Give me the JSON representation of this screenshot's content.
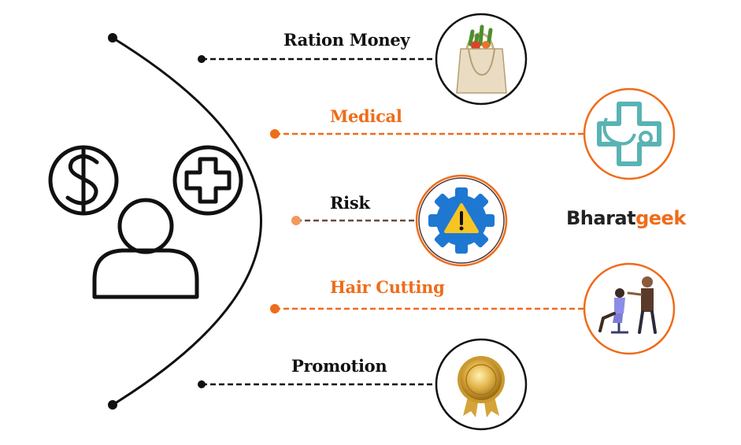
{
  "colors": {
    "dark": "#111111",
    "accent": "#ef6c1a",
    "accent_light": "#f29a5a",
    "teal": "#59b3b4"
  },
  "items": [
    {
      "label": "Ration Money",
      "color": "dark",
      "icon": "grocery-bag-icon"
    },
    {
      "label": "Medical",
      "color": "accent",
      "icon": "medical-cross-stethoscope-icon"
    },
    {
      "label": "Risk",
      "color": "dark",
      "icon": "warning-gear-icon"
    },
    {
      "label": "Hair Cutting",
      "color": "accent",
      "icon": "barber-icon"
    },
    {
      "label": "Promotion",
      "color": "dark",
      "icon": "medal-icon"
    }
  ],
  "left_icons": [
    "dollar-coin-icon",
    "plus-circle-icon",
    "person-icon"
  ],
  "brand": {
    "part1": "Bharat",
    "part2": "geek"
  }
}
